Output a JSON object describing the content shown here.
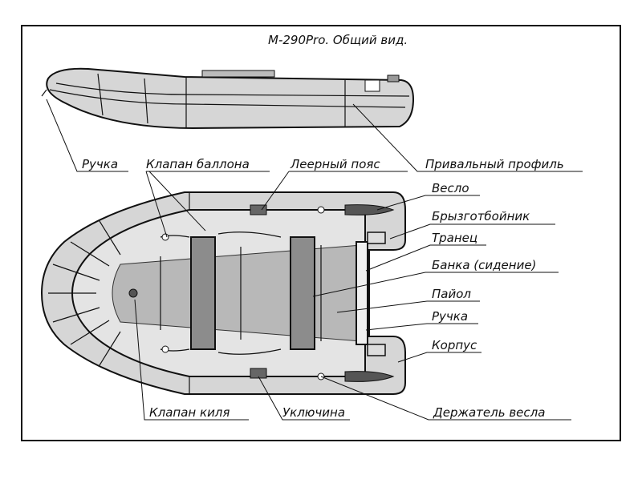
{
  "title": "М-290Pro. Общий вид.",
  "labels": {
    "handle_top": "Ручка",
    "tube_valve": "Клапан баллона",
    "lifeline": "Леерный пояс",
    "rub_strake": "Привальный профиль",
    "oar": "Весло",
    "splash_guard": "Брызготбойник",
    "transom": "Транец",
    "seat": "Банка (сидение)",
    "floor": "Пайол",
    "handle_stern": "Ручка",
    "hull": "Корпус",
    "keel_valve": "Клапан киля",
    "oarlock": "Уключина",
    "oar_holder": "Держатель весла"
  }
}
